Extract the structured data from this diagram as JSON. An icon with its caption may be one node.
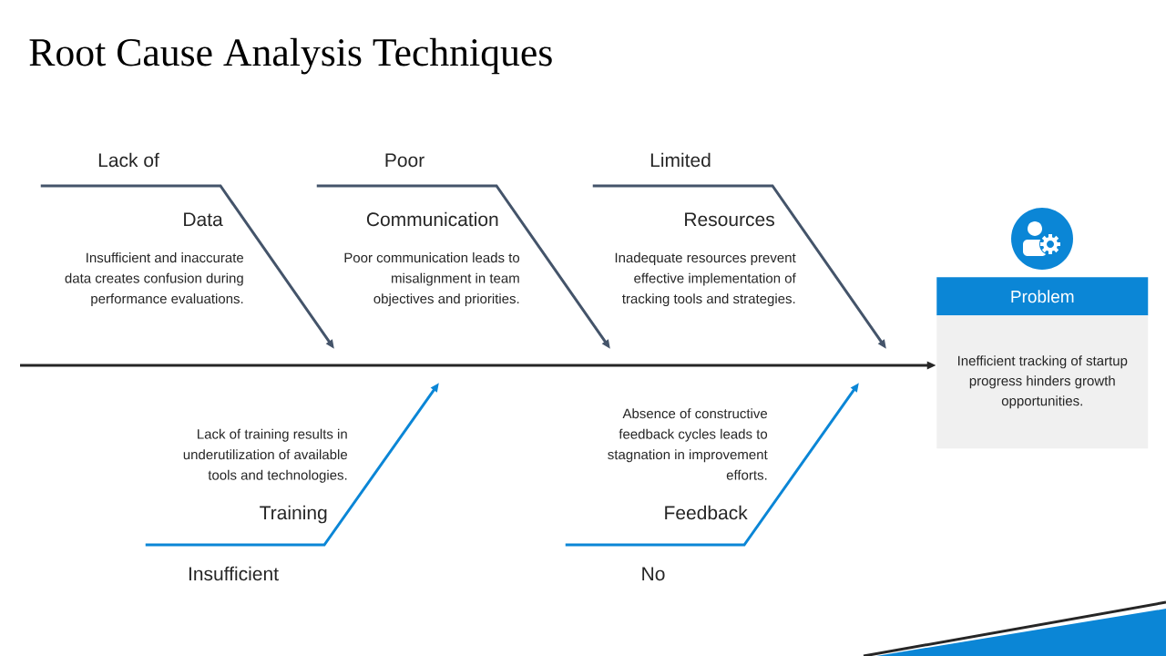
{
  "diagram": {
    "title": "Root Cause Analysis Techniques",
    "nodes": [
      {
        "text": [
          "Lack of",
          "Data",
          "Insufficient and inaccurate data creates confusion during performance evaluations."
        ]
      },
      {
        "text": [
          "Poor",
          "Communication",
          "Poor communication leads to misalignment in team objectives and priorities."
        ]
      },
      {
        "text": [
          "Limited",
          "Resources",
          "Inadequate resources prevent effective implementation of tracking tools and strategies."
        ]
      },
      {
        "text": [
          "Problem",
          "Inefficient tracking of startup progress hinders growth opportunities."
        ]
      },
      {
        "text": [
          "Lack of training results in underutilization of available tools and technologies.",
          "Training",
          "Insufficient"
        ]
      },
      {
        "text": [
          "Absence of constructive feedback cycles leads to stagnation in improvement efforts.",
          "Feedback",
          "No"
        ]
      }
    ],
    "edges": [
      {
        "from": 0,
        "to": null,
        "arrow": "to"
      },
      {
        "from": 1,
        "to": null,
        "arrow": "to"
      },
      {
        "from": 2,
        "to": null,
        "arrow": "to"
      },
      {
        "from": 4,
        "to": null,
        "arrow": "to",
        "color": "#0b86d6"
      },
      {
        "from": 5,
        "to": null,
        "arrow": "to",
        "color": "#0b86d6"
      },
      {
        "from": null,
        "to": 3,
        "arrow": "to",
        "color": "#262626"
      }
    ]
  }
}
